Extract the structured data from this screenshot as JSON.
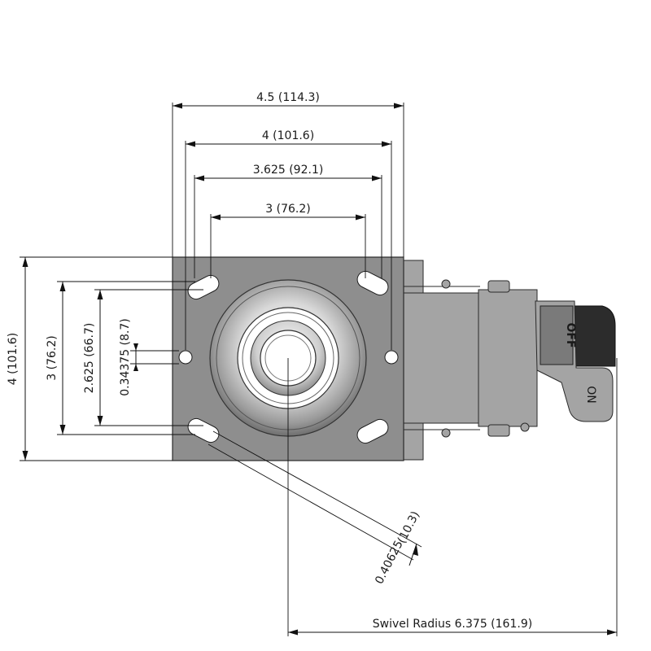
{
  "drawing": {
    "plate_colors": {
      "plate": "#8e8e8e",
      "bracket": "#a4a4a4",
      "wheel": "#2c2c2c",
      "outline": "#1e1e1e"
    },
    "dimensions": {
      "width_overall": "4.5 (114.3)",
      "width_outer_holes": "4 (101.6)",
      "width_slot_outer": "3.625 (92.1)",
      "width_inner_holes": "3 (76.2)",
      "height_overall": "4 (101.6)",
      "height_holes": "3 (76.2)",
      "height_slots": "2.625 (66.7)",
      "hole_offset": "0.34375 (8.7)",
      "slot_width_mm": "(10.3)",
      "slot_width_in": "0.40625",
      "swivel_radius": "Swivel Radius 6.375 (161.9)"
    },
    "brake_labels": {
      "off": "OFF",
      "on": "ON"
    }
  }
}
